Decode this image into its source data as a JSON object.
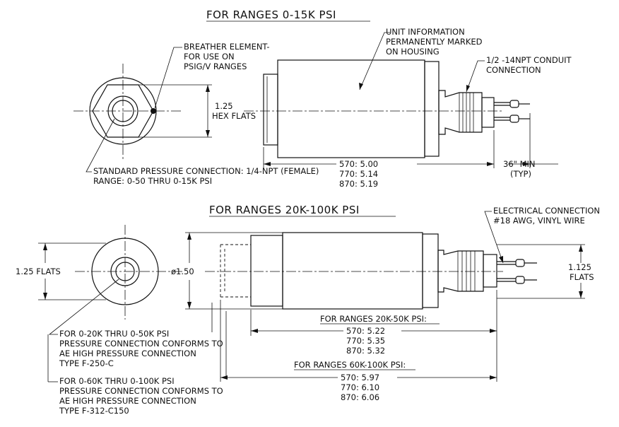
{
  "sections": {
    "top_title": "FOR RANGES 0-15K PSI",
    "bottom_title": "FOR RANGES 20K-100K PSI"
  },
  "top": {
    "breather_1": "BREATHER ELEMENT-",
    "breather_2": "FOR USE ON",
    "breather_3": "PSIG/V RANGES",
    "unit_info_1": "UNIT INFORMATION",
    "unit_info_2": "PERMANENTLY MARKED",
    "unit_info_3": "ON HOUSING",
    "conduit_1": "1/2 -14NPT CONDUIT",
    "conduit_2": "CONNECTION",
    "hex_1": "1.25",
    "hex_2": "HEX FLATS",
    "len_570": "570: 5.00",
    "len_770": "770: 5.14",
    "len_870": "870: 5.19",
    "min_1": "36\" MIN",
    "min_2": "(TYP)",
    "std_1": "STANDARD PRESSURE CONNECTION: 1/4-NPT (FEMALE)",
    "std_2": "RANGE: 0-50 THRU 0-15K PSI"
  },
  "bottom": {
    "elec_1": "ELECTRICAL CONNECTION",
    "elec_2": "#18 AWG, VINYL WIRE",
    "flats": "1.25 FLATS",
    "diameter": "ø1.50",
    "flats2_1": "1.125",
    "flats2_2": "FLATS",
    "r1_title": "FOR RANGES 20K-50K PSI:",
    "r1_570": "570: 5.22",
    "r1_770": "770: 5.35",
    "r1_870": "870: 5.32",
    "r2_title": "FOR RANGES 60K-100K PSI:",
    "r2_570": "570: 5.97",
    "r2_770": "770: 6.10",
    "r2_870": "870: 6.06",
    "note1_1": "FOR 0-20K THRU 0-50K PSI",
    "note1_2": "PRESSURE CONNECTION CONFORMS TO",
    "note1_3": "AE HIGH PRESSURE CONNECTION",
    "note1_4": "TYPE F-250-C",
    "note2_1": "FOR 0-60K THRU 0-100K PSI",
    "note2_2": "PRESSURE CONNECTION CONFORMS TO",
    "note2_3": "AE HIGH PRESSURE CONNECTION",
    "note2_4": "TYPE F-312-C150"
  }
}
